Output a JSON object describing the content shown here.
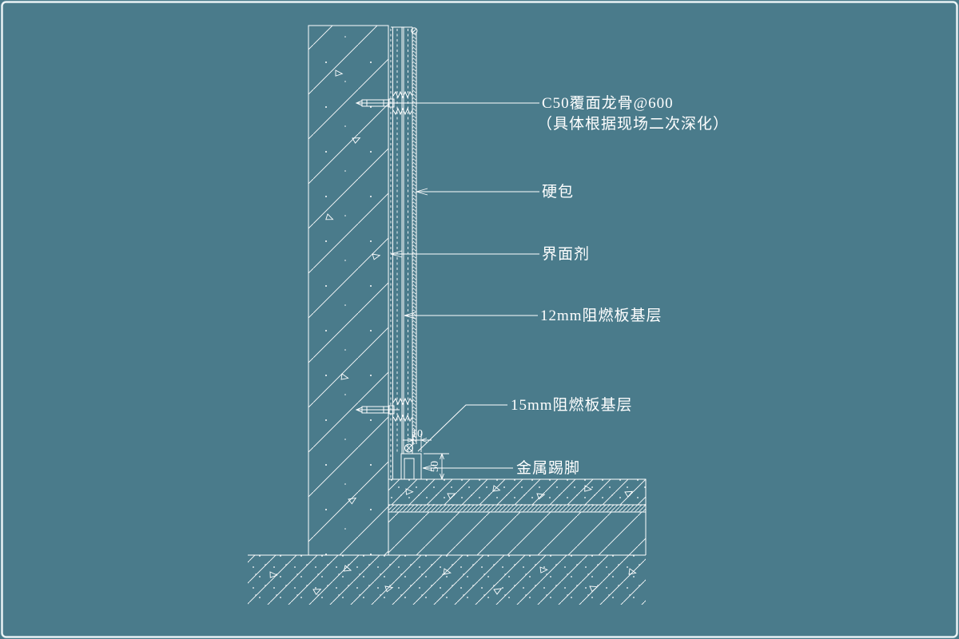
{
  "canvas": {
    "background_color": "#4A7B8B",
    "line_color": "#FFFFFF",
    "frame_color": "#E9F3F5"
  },
  "annotations": {
    "keel_line1": "C50覆面龙骨@600",
    "keel_line2": "（具体根据现场二次深化）",
    "hard_pack": "硬包",
    "interface_agent": "界面剂",
    "board_12mm": "12mm阻燃板基层",
    "board_15mm": "15mm阻燃板基层",
    "metal_skirting": "金属踢脚"
  },
  "dimensions": {
    "skirting_offset": "10",
    "skirting_height": "50"
  }
}
